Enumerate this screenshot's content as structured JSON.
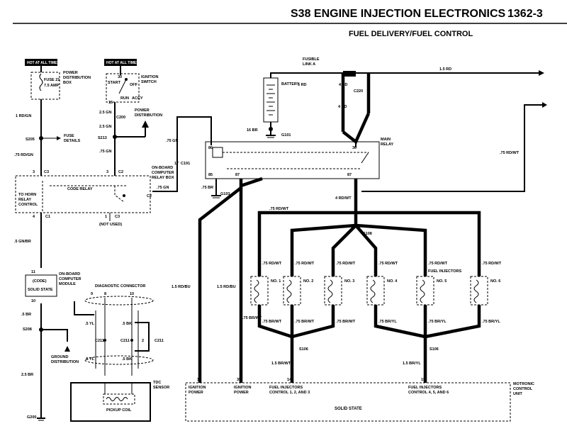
{
  "header": {
    "title": "S38 ENGINE  INJECTION ELECTRONICS",
    "page_number": "1362-3",
    "subtitle": "FUEL DELIVERY/FUEL CONTROL"
  },
  "hot_labels": [
    "HOT AT ALL TIMES",
    "HOT AT ALL TIMES"
  ],
  "fuse": {
    "name": "FUSE 21",
    "rating": "7.5 AMP",
    "box_label": [
      "POWER",
      "DISTRIBUTION",
      "BOX"
    ]
  },
  "ignition_switch": {
    "label": [
      "IGNITION",
      "SWITCH"
    ],
    "terminal_top": "30",
    "terminal_bottom": "15",
    "positions": [
      "START",
      "OFF",
      "RUN",
      "ACCY"
    ]
  },
  "power_distribution": [
    "POWER",
    "DISTRIBUTION"
  ],
  "fuse_details": [
    "FUSE",
    "DETAILS"
  ],
  "fusible_link": [
    "FUSIBLE",
    "LINK A"
  ],
  "battery_label": "BATTERY",
  "main_relay": {
    "label": [
      "MAIN",
      "RELAY"
    ],
    "pins": [
      "86",
      "85",
      "30",
      "87",
      "87"
    ]
  },
  "code_relay": {
    "name": "CODE RELAY",
    "side_text": [
      "TO HORN",
      "RELAY",
      "CONTROL"
    ],
    "box_label": [
      "ON-BOARD",
      "COMPUTER",
      "RELAY BOX"
    ],
    "pins": [
      "3",
      "4",
      "1",
      "2"
    ],
    "not_used": "(NOT USED)"
  },
  "computer_module": {
    "code": "(CODE)",
    "solid_state": "SOLID STATE",
    "label": [
      "ON-BOARD",
      "COMPUTER",
      "MODULE"
    ],
    "pins": [
      "11",
      "10"
    ]
  },
  "diagnostic_connector": {
    "label": "DIAGNOSTIC CONNECTOR",
    "pins": [
      "9",
      "8",
      "10"
    ]
  },
  "tdc_sensor": {
    "label": [
      "TDC",
      "SENSOR"
    ],
    "coil": "PICKUP COIL"
  },
  "ground_distribution": [
    "GROUND",
    "DISTRIBUTION"
  ],
  "fuel_injectors": {
    "label": "FUEL INJECTORS",
    "names": [
      "NO. 1",
      "NO. 2",
      "NO. 3",
      "NO. 4",
      "NO. 5",
      "NO. 6"
    ]
  },
  "dme": {
    "solid_state": "SOLID STATE",
    "label": [
      "MOTRONIC",
      "CONTROL",
      "UNIT"
    ],
    "pins": [
      "18",
      "35",
      "14",
      "15"
    ],
    "ignition_power_1": [
      "IGNITION",
      "POWER"
    ],
    "ignition_power_2": [
      "IGNITION",
      "POWER"
    ],
    "injectors_a": [
      "FUEL INJECTORS",
      "CONTROL 1, 2, AND 3"
    ],
    "injectors_b": [
      "FUEL INJECTORS",
      "CONTROL 4, 5, AND 6"
    ]
  },
  "connectors": [
    "S205",
    "S213",
    "C200",
    "C2",
    "C3",
    "C1",
    "C3",
    "C191",
    "G101",
    "G103",
    "C220",
    "S108",
    "S106",
    "S106",
    "S208",
    "C211",
    "C211",
    "C211",
    "G200"
  ],
  "wires": {
    "w1": "1 RD/GN",
    "w2": ".75 RD/GN",
    "w3": "2.5 GN",
    "w4": "2.5 GN",
    "w5": ".75 GN",
    "w6": ".75 GN",
    "w7": ".75 GN",
    "w8": "6 RD",
    "w9": "4 RD",
    "w10": "4 RD",
    "w11": "1.5 RD",
    "w12": "16 BR",
    "w13": ".75 BR",
    "w14": ".75 RD/WT",
    "w15": "4 RD/WT",
    "w16": ".75 RD/WT",
    "w17": ".5 GN/BR",
    "w18": ".5 BR",
    "w19": "2.5 BR",
    "w20": "1.5 RD/BU",
    "w21": "1.5 RD/BU",
    "w22": ".75 BR/WT",
    "w23": "1.5 BR/WT",
    "w24": "1.5 BR/YL",
    "w25": ".5 YL",
    "w26": ".5 BK",
    "w27": ".5 YL",
    "w28": ".5 BK",
    "inj_top": [
      ".75 RD/WT",
      ".75 RD/WT",
      ".75 RD/WT",
      ".75 RD/WT",
      ".75 RD/WT",
      ".75 RD/WT"
    ],
    "inj_bottom": [
      ".75 BR/WT",
      ".75 BR/WT",
      ".75 BR/WT",
      ".75 BR/YL",
      ".75 BR/YL",
      ".75 BR/YL"
    ]
  },
  "pin_numbers": {
    "c3_pin": "3",
    "c2_pin": "3",
    "c191_pin": "17",
    "p2": "2",
    "p7": "7",
    "p4": "4",
    "p1": "1",
    "p2b": "2",
    "p3": "3"
  }
}
